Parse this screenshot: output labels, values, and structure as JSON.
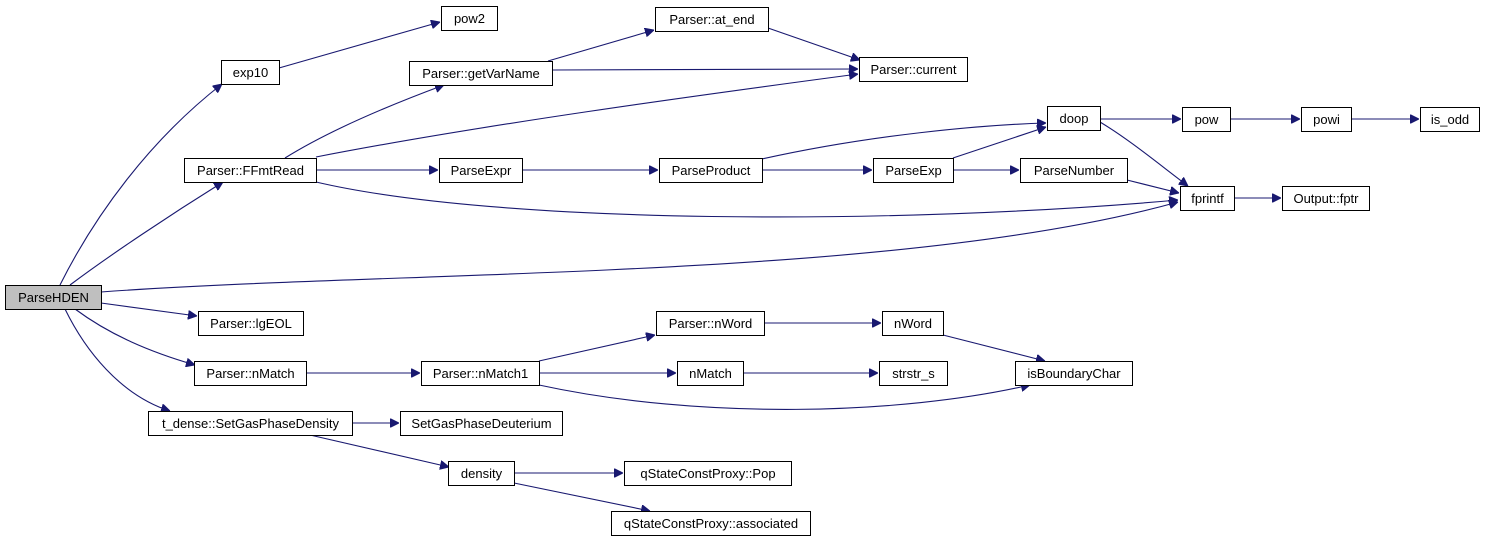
{
  "graph": {
    "nodes": [
      {
        "id": "parsehden",
        "label": "ParseHDEN",
        "root": true
      },
      {
        "id": "exp10",
        "label": "exp10"
      },
      {
        "id": "pow2",
        "label": "pow2"
      },
      {
        "id": "getvarname",
        "label": "Parser::getVarName"
      },
      {
        "id": "at_end",
        "label": "Parser::at_end"
      },
      {
        "id": "current",
        "label": "Parser::current"
      },
      {
        "id": "ffmtread",
        "label": "Parser::FFmtRead"
      },
      {
        "id": "parseexpr",
        "label": "ParseExpr"
      },
      {
        "id": "parseproduct",
        "label": "ParseProduct"
      },
      {
        "id": "parseexp",
        "label": "ParseExp"
      },
      {
        "id": "parsenumber",
        "label": "ParseNumber"
      },
      {
        "id": "doop",
        "label": "doop"
      },
      {
        "id": "pow",
        "label": "pow"
      },
      {
        "id": "powi",
        "label": "powi"
      },
      {
        "id": "is_odd",
        "label": "is_odd"
      },
      {
        "id": "fprintf",
        "label": "fprintf"
      },
      {
        "id": "fptr",
        "label": "Output::fptr"
      },
      {
        "id": "lgeol",
        "label": "Parser::lgEOL"
      },
      {
        "id": "nmatch_parser",
        "label": "Parser::nMatch"
      },
      {
        "id": "nmatch1",
        "label": "Parser::nMatch1"
      },
      {
        "id": "nword_parser",
        "label": "Parser::nWord"
      },
      {
        "id": "nword",
        "label": "nWord"
      },
      {
        "id": "nmatch",
        "label": "nMatch"
      },
      {
        "id": "strstr_s",
        "label": "strstr_s"
      },
      {
        "id": "isboundarychar",
        "label": "isBoundaryChar"
      },
      {
        "id": "setgasphasedensity",
        "label": "t_dense::SetGasPhaseDensity"
      },
      {
        "id": "setgasphasedeuterium",
        "label": "SetGasPhaseDeuterium"
      },
      {
        "id": "density",
        "label": "density"
      },
      {
        "id": "pop",
        "label": "qStateConstProxy::Pop"
      },
      {
        "id": "associated",
        "label": "qStateConstProxy::associated"
      }
    ],
    "edges": [
      {
        "from": "parsehden",
        "to": "exp10"
      },
      {
        "from": "parsehden",
        "to": "ffmtread"
      },
      {
        "from": "parsehden",
        "to": "fprintf"
      },
      {
        "from": "parsehden",
        "to": "lgeol"
      },
      {
        "from": "parsehden",
        "to": "nmatch_parser"
      },
      {
        "from": "parsehden",
        "to": "setgasphasedensity"
      },
      {
        "from": "exp10",
        "to": "pow2"
      },
      {
        "from": "ffmtread",
        "to": "getvarname"
      },
      {
        "from": "ffmtread",
        "to": "current"
      },
      {
        "from": "ffmtread",
        "to": "parseexpr"
      },
      {
        "from": "ffmtread",
        "to": "fprintf"
      },
      {
        "from": "getvarname",
        "to": "at_end"
      },
      {
        "from": "getvarname",
        "to": "current"
      },
      {
        "from": "at_end",
        "to": "current"
      },
      {
        "from": "parseexpr",
        "to": "parseproduct"
      },
      {
        "from": "parseproduct",
        "to": "doop"
      },
      {
        "from": "parseproduct",
        "to": "parseexp"
      },
      {
        "from": "parseexp",
        "to": "doop"
      },
      {
        "from": "parseexp",
        "to": "parsenumber"
      },
      {
        "from": "parsenumber",
        "to": "fprintf"
      },
      {
        "from": "doop",
        "to": "pow"
      },
      {
        "from": "doop",
        "to": "fprintf"
      },
      {
        "from": "pow",
        "to": "powi"
      },
      {
        "from": "powi",
        "to": "is_odd"
      },
      {
        "from": "fprintf",
        "to": "fptr"
      },
      {
        "from": "nmatch_parser",
        "to": "nmatch1"
      },
      {
        "from": "nmatch1",
        "to": "nword_parser"
      },
      {
        "from": "nmatch1",
        "to": "nmatch"
      },
      {
        "from": "nmatch1",
        "to": "isboundarychar"
      },
      {
        "from": "nword_parser",
        "to": "nword"
      },
      {
        "from": "nword",
        "to": "isboundarychar"
      },
      {
        "from": "nmatch",
        "to": "strstr_s"
      },
      {
        "from": "setgasphasedensity",
        "to": "setgasphasedeuterium"
      },
      {
        "from": "setgasphasedensity",
        "to": "density"
      },
      {
        "from": "density",
        "to": "pop"
      },
      {
        "from": "density",
        "to": "associated"
      }
    ]
  }
}
